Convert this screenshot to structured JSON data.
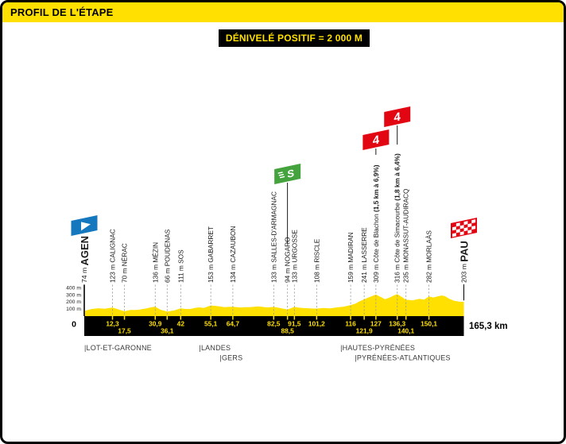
{
  "header": {
    "title": "PROFIL DE L'ÉTAPE"
  },
  "badge": {
    "label": "DÉNIVELÉ POSITIF = 2 000 M"
  },
  "colors": {
    "yellow": "#ffe001",
    "black": "#000000",
    "red": "#e20613",
    "green": "#45a33d",
    "blue": "#1577be",
    "grid_orange": "#eec200",
    "dash_grey": "#9a9a9a",
    "label_dark": "#1a1a1a"
  },
  "chart_data": {
    "type": "area",
    "title": "PROFIL DE L'ÉTAPE",
    "x_unit": "km",
    "y_unit": "m",
    "x_range": [
      0,
      165.3
    ],
    "y_axis_ticks": [
      {
        "value": 400,
        "label": "400 m"
      },
      {
        "value": 300,
        "label": "300 m"
      },
      {
        "value": 200,
        "label": "200 m"
      },
      {
        "value": 100,
        "label": "100 m"
      }
    ],
    "grid": true,
    "start_km_label": "0",
    "total_distance_label": "165,3 km",
    "waypoints": [
      {
        "km": 0,
        "elevation_m": 74,
        "name": "AGEN",
        "km_label": "0",
        "km_row": 0,
        "marker": "start"
      },
      {
        "km": 12.3,
        "elevation_m": 123,
        "name": "CALIGNAC",
        "km_label": "12,3",
        "km_row": 1
      },
      {
        "km": 17.5,
        "elevation_m": 70,
        "name": "NÉRAC",
        "km_label": "17,5",
        "km_row": 2
      },
      {
        "km": 30.9,
        "elevation_m": 136,
        "name": "MÉZIN",
        "km_label": "30,9",
        "km_row": 1
      },
      {
        "km": 36.1,
        "elevation_m": 66,
        "name": "POUDENAS",
        "km_label": "36,1",
        "km_row": 2
      },
      {
        "km": 42,
        "elevation_m": 111,
        "name": "SOS",
        "km_label": "42",
        "km_row": 1
      },
      {
        "km": 55.1,
        "elevation_m": 153,
        "name": "GABARRET",
        "km_label": "55,1",
        "km_row": 1
      },
      {
        "km": 64.7,
        "elevation_m": 134,
        "name": "CAZAUBON",
        "km_label": "64,7",
        "km_row": 1
      },
      {
        "km": 82.5,
        "elevation_m": 133,
        "name": "SALLES-D'ARMAGNAC",
        "km_label": "82,5",
        "km_row": 1
      },
      {
        "km": 88.5,
        "elevation_m": 94,
        "name": "NOGARO",
        "km_label": "88,5",
        "km_row": 2,
        "marker": "sprint",
        "marker_symbol": "S"
      },
      {
        "km": 91.5,
        "elevation_m": 133,
        "name": "URGOSSE",
        "km_label": "91,5",
        "km_row": 1
      },
      {
        "km": 101.2,
        "elevation_m": 108,
        "name": "RISCLE",
        "km_label": "101,2",
        "km_row": 1
      },
      {
        "km": 116,
        "elevation_m": 159,
        "name": "MADIRAN",
        "km_label": "116",
        "km_row": 1
      },
      {
        "km": 121.9,
        "elevation_m": 241,
        "name": "LASSERRE",
        "km_label": "121,9",
        "km_row": 2
      },
      {
        "km": 127,
        "elevation_m": 309,
        "name": "Côte de Blachon",
        "detail": "(1,5 km à 6,9%)",
        "km_label": "127",
        "km_row": 1,
        "marker": "climb_cat_4",
        "marker_symbol": "4"
      },
      {
        "km": 136.3,
        "elevation_m": 316,
        "name": "Côte de Simacourbe",
        "detail": "(1,8 km à 6,4%)",
        "km_label": "136,3",
        "km_row": 1,
        "marker": "climb_cat_4",
        "marker_symbol": "4"
      },
      {
        "km": 140.1,
        "elevation_m": 235,
        "name": "MONASSUT-AUDIRACQ",
        "km_label": "140,1",
        "km_row": 2
      },
      {
        "km": 150.1,
        "elevation_m": 282,
        "name": "MORLAÀS",
        "km_label": "150,1",
        "km_row": 1
      },
      {
        "km": 165.3,
        "elevation_m": 203,
        "name": "PAU",
        "km_label": "165,3 km",
        "km_row": 0,
        "marker": "finish"
      }
    ],
    "extra_profile_points": [
      {
        "km": 3,
        "elevation_m": 100
      },
      {
        "km": 6,
        "elevation_m": 113
      },
      {
        "km": 9,
        "elevation_m": 105
      },
      {
        "km": 20,
        "elevation_m": 88
      },
      {
        "km": 24,
        "elevation_m": 93
      },
      {
        "km": 27,
        "elevation_m": 110
      },
      {
        "km": 33,
        "elevation_m": 95
      },
      {
        "km": 39,
        "elevation_m": 80
      },
      {
        "km": 46,
        "elevation_m": 100
      },
      {
        "km": 50,
        "elevation_m": 126
      },
      {
        "km": 52,
        "elevation_m": 118
      },
      {
        "km": 59,
        "elevation_m": 141
      },
      {
        "km": 61,
        "elevation_m": 128
      },
      {
        "km": 68,
        "elevation_m": 124
      },
      {
        "km": 72,
        "elevation_m": 129
      },
      {
        "km": 76,
        "elevation_m": 139
      },
      {
        "km": 79,
        "elevation_m": 127
      },
      {
        "km": 85,
        "elevation_m": 119
      },
      {
        "km": 95,
        "elevation_m": 118
      },
      {
        "km": 98,
        "elevation_m": 112
      },
      {
        "km": 104,
        "elevation_m": 118
      },
      {
        "km": 107,
        "elevation_m": 112
      },
      {
        "km": 110,
        "elevation_m": 126
      },
      {
        "km": 113,
        "elevation_m": 136
      },
      {
        "km": 118,
        "elevation_m": 178
      },
      {
        "km": 124,
        "elevation_m": 272
      },
      {
        "km": 131,
        "elevation_m": 243
      },
      {
        "km": 133,
        "elevation_m": 268
      },
      {
        "km": 143,
        "elevation_m": 227
      },
      {
        "km": 146,
        "elevation_m": 249
      },
      {
        "km": 148,
        "elevation_m": 238
      },
      {
        "km": 152,
        "elevation_m": 268
      },
      {
        "km": 155.5,
        "elevation_m": 296
      },
      {
        "km": 157,
        "elevation_m": 288
      },
      {
        "km": 159,
        "elevation_m": 248
      },
      {
        "km": 161,
        "elevation_m": 222
      }
    ],
    "departments": [
      {
        "name": "LOT-ET-GARONNE",
        "start_km": 0,
        "row": 1
      },
      {
        "name": "LANDES",
        "start_km": 50,
        "row": 1
      },
      {
        "name": "GERS",
        "start_km": 59,
        "row": 2
      },
      {
        "name": "HAUTES-PYRÉNÉES",
        "start_km": 111.5,
        "row": 1
      },
      {
        "name": "PYRÉNÉES-ATLANTIQUES",
        "start_km": 117.8,
        "row": 2
      }
    ]
  }
}
